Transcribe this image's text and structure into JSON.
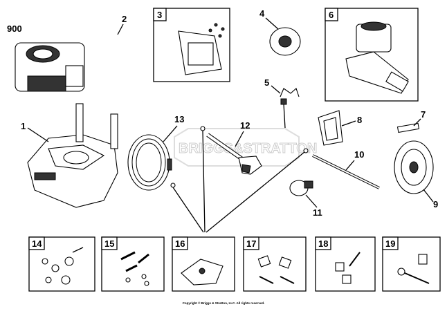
{
  "diagram": {
    "watermark": "BRIGGS&STRATTON",
    "copyright": "Copyright © Briggs & Stratton, LLC. All rights reserved.",
    "callouts": {
      "p900": "900",
      "p1": "1",
      "p2": "2",
      "p3": "3",
      "p4": "4",
      "p5": "5",
      "p6": "6",
      "p7": "7",
      "p8": "8",
      "p9": "9",
      "p10": "10",
      "p11": "11",
      "p12": "12",
      "p13": "13",
      "p14": "14",
      "p15": "15",
      "p16": "16",
      "p17": "17",
      "p18": "18",
      "p19": "19"
    }
  }
}
